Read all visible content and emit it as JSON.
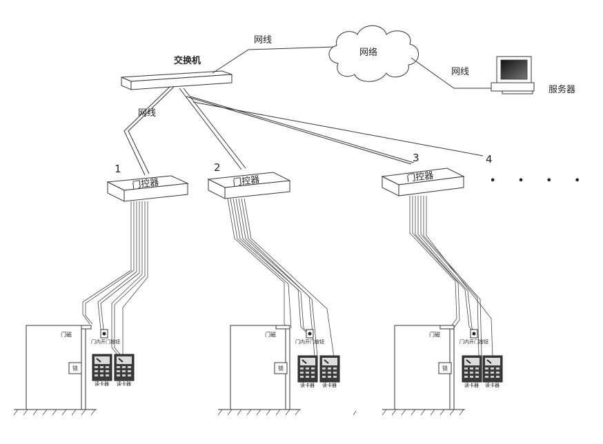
{
  "network": {
    "switch_label": "交换机",
    "net_cable_top": "网线",
    "net_cable_right": "网线",
    "net_cable_left": "网线",
    "cloud_label": "网络",
    "server_label": "服务器"
  },
  "controllers": [
    {
      "number": "1",
      "label": "门控器"
    },
    {
      "number": "2",
      "label": "门控器"
    },
    {
      "number": "3",
      "label": "门控器"
    }
  ],
  "extra_port": "4",
  "ellipsis": "• • • •",
  "doors": [
    {
      "magnet_label": "门磁",
      "lock_label": "锁",
      "button_label": "门内开门按钮",
      "reader1_label": "读卡器",
      "reader2_label": "读卡器"
    },
    {
      "magnet_label": "门磁",
      "lock_label": "锁",
      "button_label": "门内开门按钮",
      "reader1_label": "读卡器",
      "reader2_label": "读卡器"
    },
    {
      "magnet_label": "门磁",
      "lock_label": "锁",
      "button_label": "门内开门按钮",
      "reader1_label": "读卡器",
      "reader2_label": "读卡器"
    }
  ]
}
